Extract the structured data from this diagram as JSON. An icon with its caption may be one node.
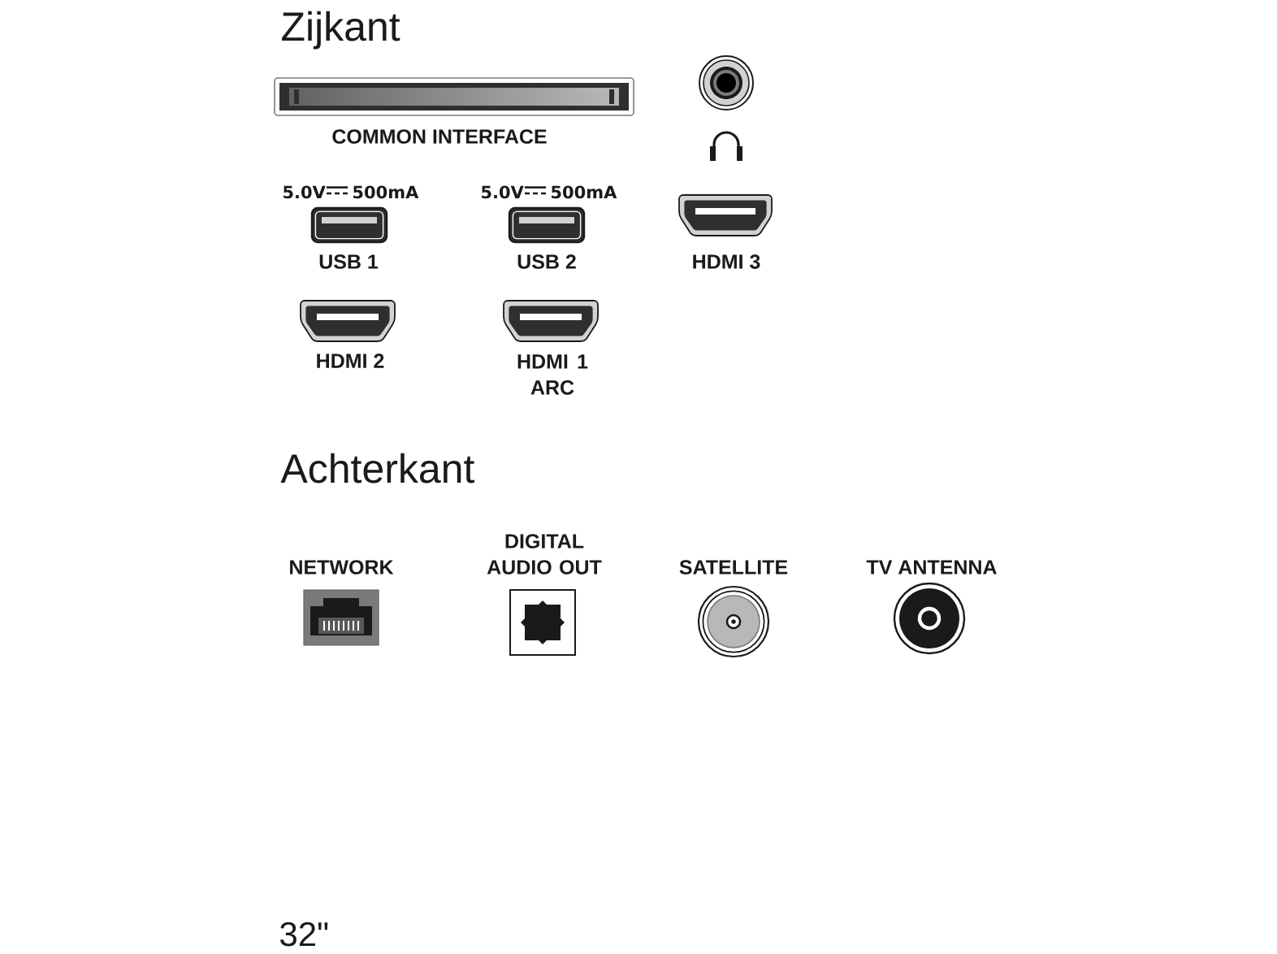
{
  "diagram": {
    "labels": [
      "Zijkant",
      "COMMON INTERFACE",
      "5.0V",
      "500mA",
      "5.0V",
      "500mA",
      "USB 1",
      "USB 2",
      "HDMI 3",
      "HDMI 2",
      "HDMI 1 ARC",
      "Achterkant",
      "NETWORK",
      "DIGITAL AUDIO OUT",
      "SATELLITE",
      "TV ANTENNA",
      "32\""
    ]
  }
}
